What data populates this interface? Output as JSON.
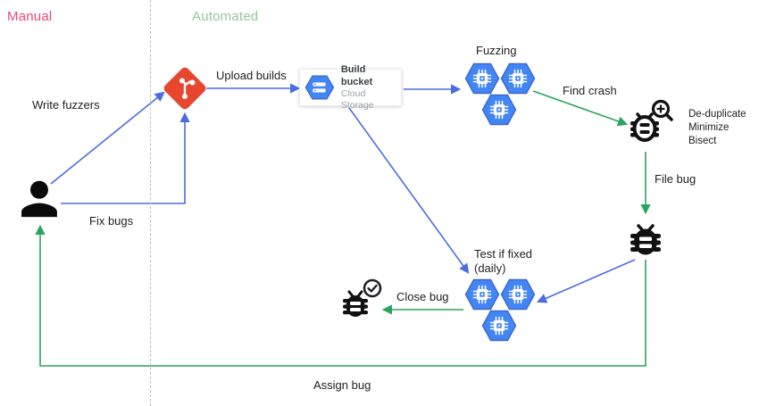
{
  "zones": {
    "manual": "Manual",
    "automated": "Automated"
  },
  "labels": {
    "write_fuzzers": "Write fuzzers",
    "fix_bugs": "Fix bugs",
    "upload_builds": "Upload builds",
    "fuzzing": "Fuzzing",
    "find_crash": "Find crash",
    "file_bug": "File bug",
    "close_bug": "Close bug",
    "assign_bug": "Assign bug",
    "test_if_fixed": "Test if fixed",
    "test_if_fixed_freq": "(daily)"
  },
  "build_bucket": {
    "title": "Build bucket",
    "subtitle": "Cloud Storage"
  },
  "crash_processing": {
    "lines": [
      "De-duplicate",
      "Minimize",
      "Bisect"
    ]
  },
  "icons": {
    "person": "developer-person-icon",
    "git": "git-repository-icon",
    "storage": "cloud-storage-hexagon-icon",
    "compute": "compute-engine-hexagon-icon",
    "bug_magnifier": "bug-triage-magnifier-icon",
    "bug": "bug-icon",
    "bug_check": "bug-closed-check-icon"
  },
  "colors": {
    "manual": "#e84a74",
    "automated": "#93c795",
    "blue": "#4a6ce0",
    "green": "#2aa45f",
    "hexagon": "#4285f4",
    "hexagon_border": "#3c68c8",
    "git": "#e8472f"
  }
}
